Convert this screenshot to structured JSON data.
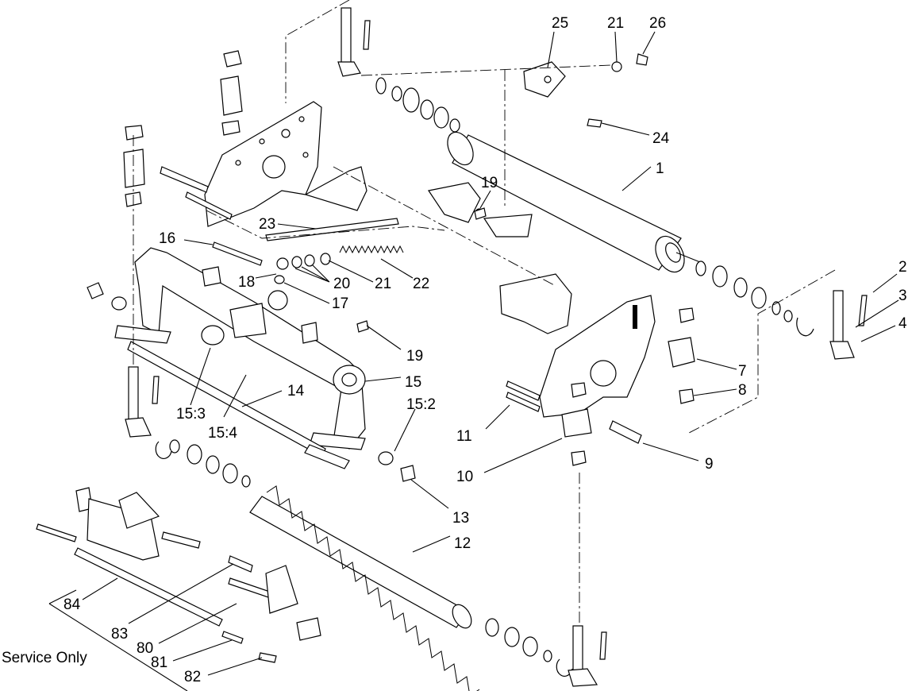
{
  "callouts": {
    "c1": "1",
    "c2": "2",
    "c3": "3",
    "c4": "4",
    "c7": "7",
    "c8": "8",
    "c9": "9",
    "c10": "10",
    "c11": "11",
    "c12": "12",
    "c13": "13",
    "c14": "14",
    "c15": "15",
    "c15_2": "15:2",
    "c15_3": "15:3",
    "c15_4": "15:4",
    "c16": "16",
    "c17": "17",
    "c18": "18",
    "c19a": "19",
    "c19b": "19",
    "c20": "20",
    "c21a": "21",
    "c21b": "21",
    "c22": "22",
    "c23": "23",
    "c24": "24",
    "c25": "25",
    "c26": "26",
    "c80": "80",
    "c81": "81",
    "c82": "82",
    "c83": "83",
    "c84": "84"
  },
  "service_label": "Service Only"
}
